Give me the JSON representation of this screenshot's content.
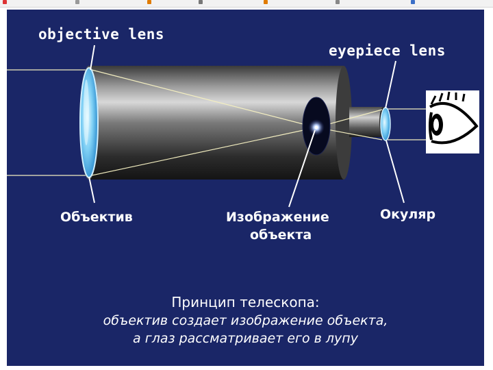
{
  "browser": {
    "bookmarks": [
      "",
      "",
      "",
      "",
      "",
      "",
      "",
      "",
      ""
    ]
  },
  "diagram": {
    "labels": {
      "objective_en": "objective lens",
      "eyepiece_en": "eyepiece lens",
      "objective_ru": "Объектив",
      "image_ru_line1": "Изображение",
      "image_ru_line2": "объекта",
      "eyepiece_ru": "Окуляр"
    },
    "caption": {
      "line1": "Принцип телескопа:",
      "line2": "объектив создает изображение объекта,",
      "line3": "а глаз рассматривает его в лупу"
    },
    "colors": {
      "background": "#1a2667",
      "tube": "#6d6d6d",
      "lens": "#7fd0f5",
      "rays": "#f3eec0",
      "label": "#ffffff"
    },
    "icons": [
      "eye-icon"
    ]
  }
}
